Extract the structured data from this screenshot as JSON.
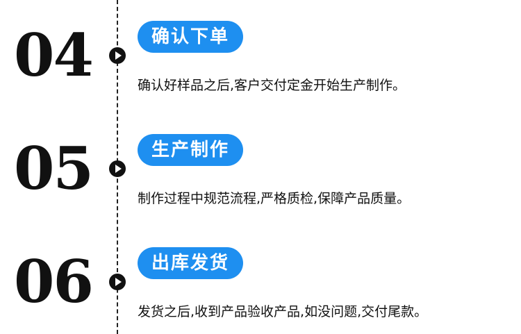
{
  "steps": [
    {
      "number": "04",
      "title": "确认下单",
      "description": "确认好样品之后,客户交付定金开始生产制作。"
    },
    {
      "number": "05",
      "title": "生产制作",
      "description": "制作过程中规范流程,严格质检,保障产品质量。"
    },
    {
      "number": "06",
      "title": "出库发货",
      "description": "发货之后,收到产品验收产品,如没问题,交付尾款。"
    }
  ],
  "colors": {
    "badge": "#1e8ff0",
    "text": "#111111"
  },
  "icons": {
    "step_marker": "play-icon"
  }
}
